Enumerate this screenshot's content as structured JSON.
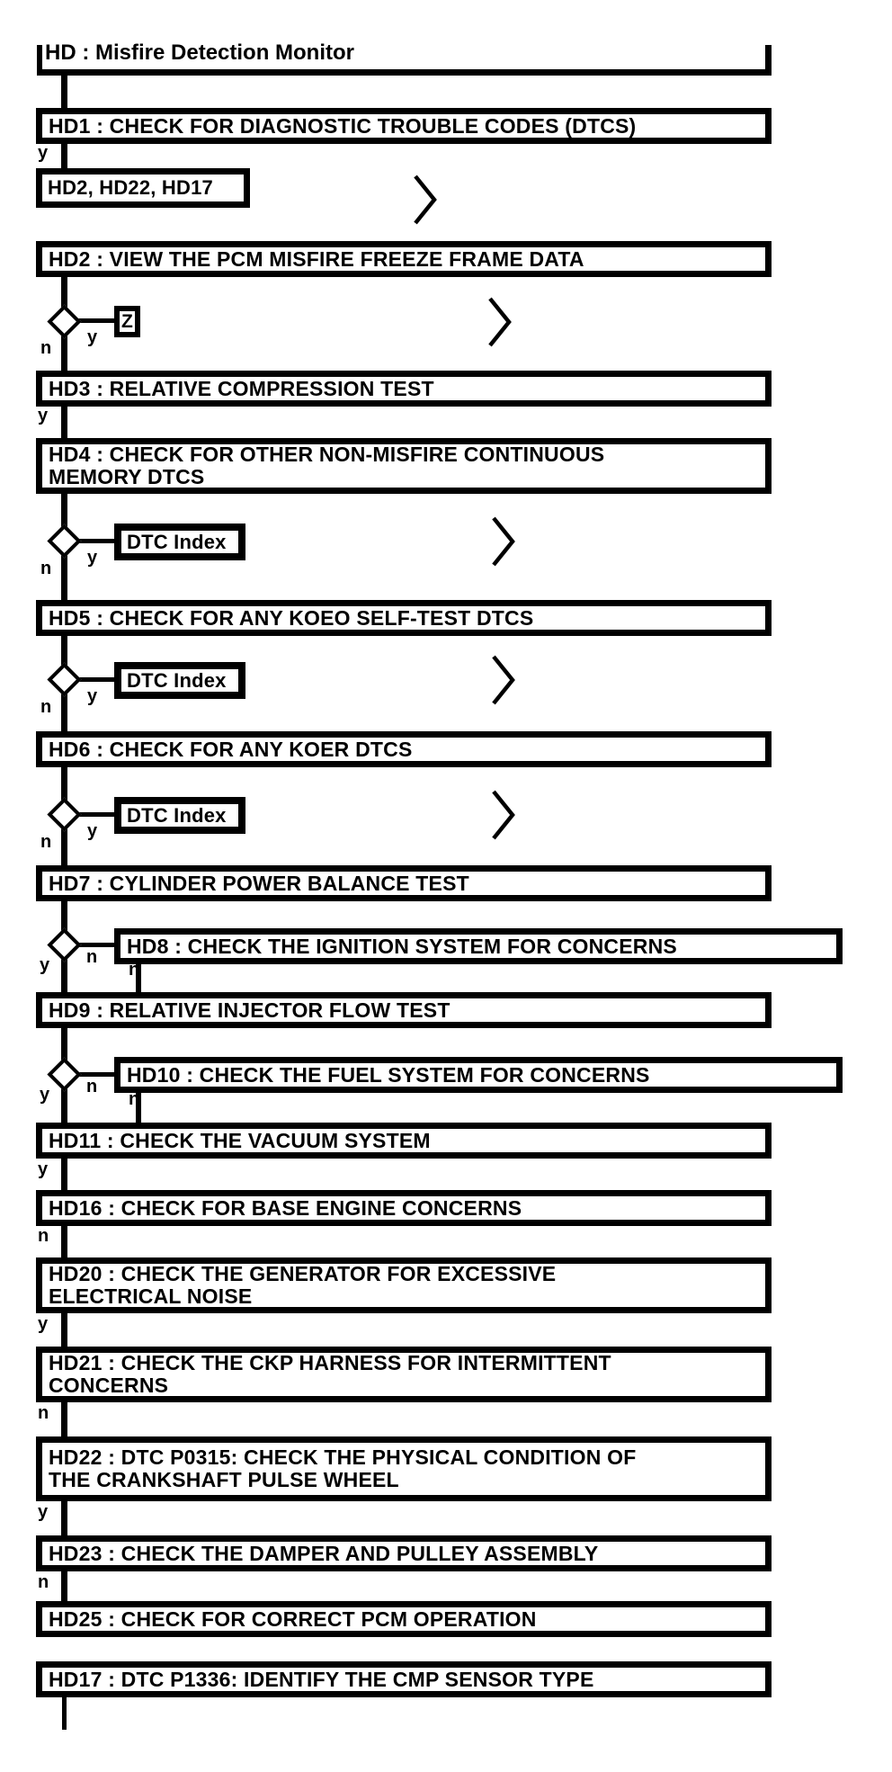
{
  "title": "HD : Misfire Detection Monitor",
  "decision_labels": {
    "yes": "y",
    "no": "n"
  },
  "steps": {
    "hd1": "HD1 : CHECK FOR DIAGNOSTIC TROUBLE CODES (DTCS)",
    "hd2": "HD2 : VIEW THE PCM MISFIRE FREEZE FRAME DATA",
    "hd3": "HD3 : RELATIVE COMPRESSION TEST",
    "hd4": "HD4 : CHECK FOR OTHER NON-MISFIRE CONTINUOUS\nMEMORY DTCS",
    "hd5": "HD5 : CHECK FOR ANY KOEO SELF-TEST DTCS",
    "hd6": "HD6 : CHECK FOR ANY KOER DTCS",
    "hd7": "HD7 : CYLINDER POWER BALANCE TEST",
    "hd8": "HD8 : CHECK THE IGNITION SYSTEM FOR CONCERNS",
    "hd9": "HD9 : RELATIVE INJECTOR FLOW TEST",
    "hd10": "HD10 : CHECK THE FUEL SYSTEM FOR CONCERNS",
    "hd11": "HD11 : CHECK THE VACUUM SYSTEM",
    "hd16": "HD16 : CHECK FOR BASE ENGINE CONCERNS",
    "hd20": "HD20 : CHECK THE GENERATOR FOR EXCESSIVE\nELECTRICAL NOISE",
    "hd21": "HD21 : CHECK THE CKP HARNESS FOR INTERMITTENT\nCONCERNS",
    "hd22": "HD22 : DTC P0315: CHECK THE PHYSICAL CONDITION OF\nTHE CRANKSHAFT PULSE WHEEL",
    "hd23": "HD23 : CHECK THE DAMPER AND PULLEY ASSEMBLY",
    "hd25": "HD25 : CHECK FOR CORRECT PCM OPERATION",
    "hd17": "HD17 : DTC P1336: IDENTIFY THE CMP SENSOR TYPE"
  },
  "references": {
    "goto_hd2_hd22_hd17": "HD2, HD22, HD17",
    "z": "Z",
    "dtc_index_1": "DTC Index",
    "dtc_index_2": "DTC Index",
    "dtc_index_3": "DTC Index"
  },
  "colors": {
    "line": "#000000",
    "background": "#ffffff",
    "text": "#000000"
  }
}
